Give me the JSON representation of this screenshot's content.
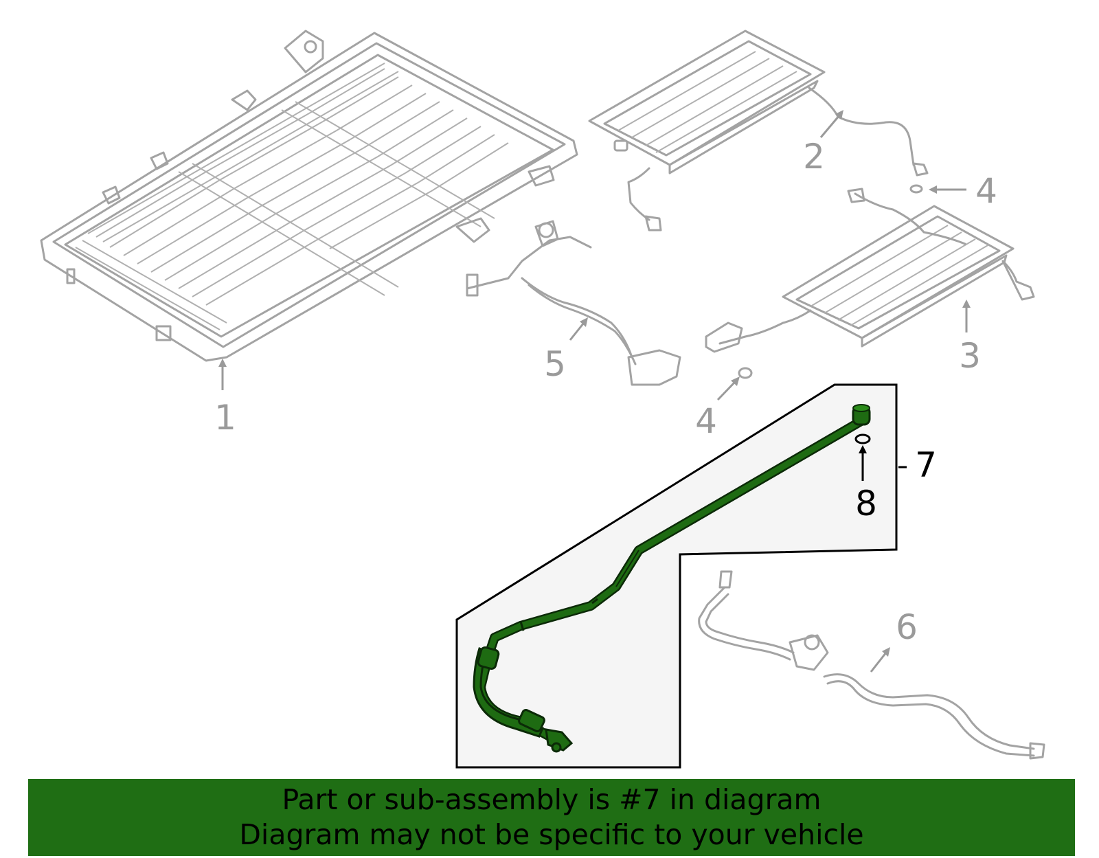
{
  "callouts": {
    "c1": "1",
    "c2": "2",
    "c3": "3",
    "c4a": "4",
    "c4b": "4",
    "c5": "5",
    "c6": "6",
    "c7": "7",
    "c8": "8"
  },
  "highlighted_part": "7",
  "banner": {
    "line1": "Part or sub-assembly is #7 in diagram",
    "line2": "Diagram may not be specific to your vehicle"
  },
  "colors": {
    "highlight_green": "#1e6b12",
    "banner_green": "#1f6e14",
    "ghost_grey": "#a3a3a3",
    "inset_bg": "#f5f5f5"
  }
}
